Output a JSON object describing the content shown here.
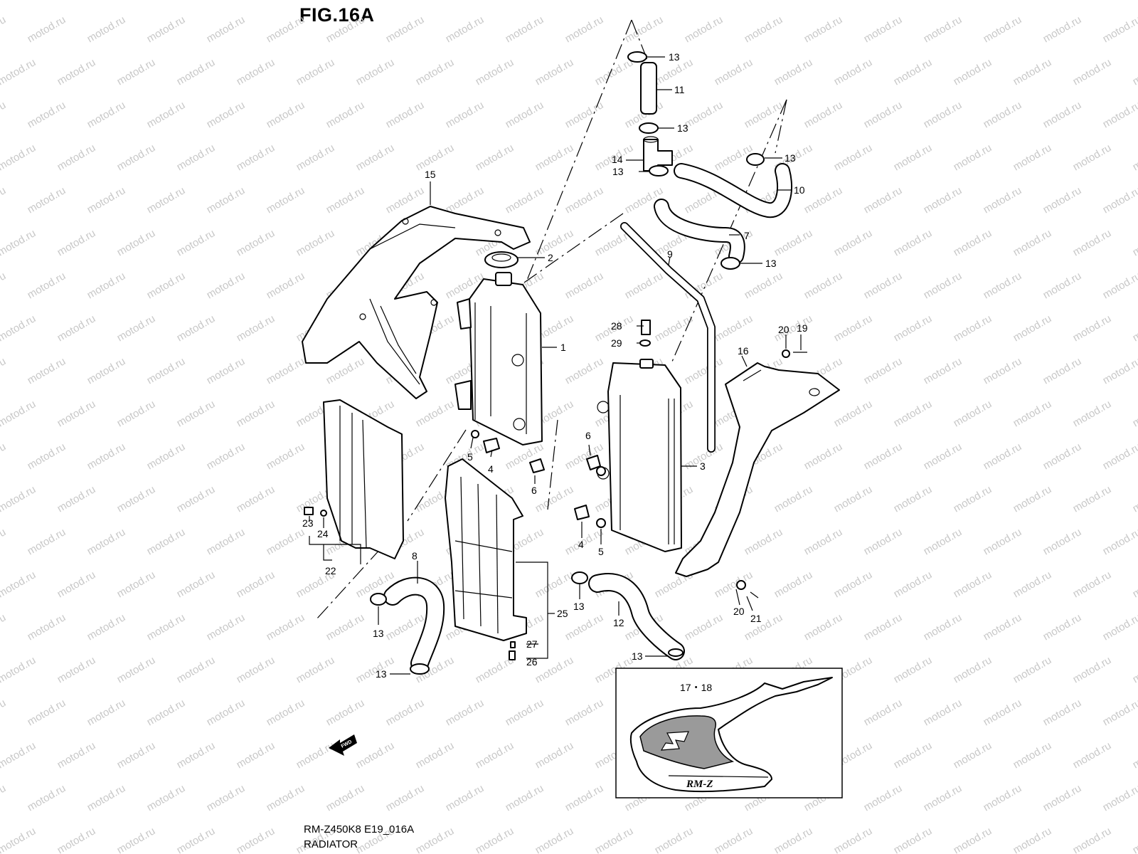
{
  "figure": {
    "title": "FIG.16A",
    "code": "RM-Z450K8 E19_016A",
    "name": "RADIATOR"
  },
  "watermark": "motod.ru",
  "fwd_label": "FWD",
  "decal_text": "RM-Z",
  "callouts": {
    "c1": "1",
    "c2": "2",
    "c3": "3",
    "c4a": "4",
    "c4b": "4",
    "c5a": "5",
    "c5b": "5",
    "c6a": "6",
    "c6b": "6",
    "c7": "7",
    "c8": "8",
    "c9": "9",
    "c10": "10",
    "c11": "11",
    "c12": "12",
    "c13a": "13",
    "c13b": "13",
    "c13c": "13",
    "c13d": "13",
    "c13e": "13",
    "c13f": "13",
    "c13g": "13",
    "c13h": "13",
    "c13i": "13",
    "c14": "14",
    "c15": "15",
    "c16": "16",
    "c17_18": "17・18",
    "c19": "19",
    "c20a": "20",
    "c20b": "20",
    "c21": "21",
    "c22": "22",
    "c23": "23",
    "c24": "24",
    "c25": "25",
    "c26": "26",
    "c27": "27",
    "c28": "28",
    "c29": "29"
  }
}
